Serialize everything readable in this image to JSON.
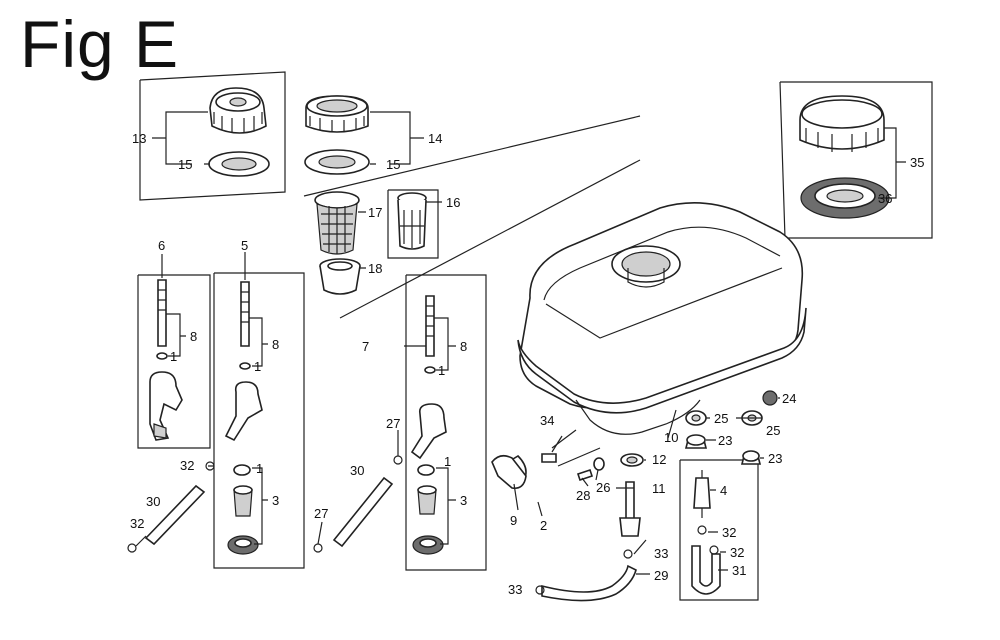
{
  "title": "Fig E",
  "callouts": {
    "c1a": "1",
    "c1b": "1",
    "c1c": "1",
    "c1d": "1",
    "c1e": "1",
    "c2": "2",
    "c3a": "3",
    "c3b": "3",
    "c4": "4",
    "c5": "5",
    "c6": "6",
    "c7": "7",
    "c8a": "8",
    "c8b": "8",
    "c8c": "8",
    "c9": "9",
    "c10": "10",
    "c11": "11",
    "c12": "12",
    "c13": "13",
    "c14": "14",
    "c15a": "15",
    "c15b": "15",
    "c16": "16",
    "c17": "17",
    "c18": "18",
    "c23a": "23",
    "c23b": "23",
    "c24": "24",
    "c25a": "25",
    "c25b": "25",
    "c26": "26",
    "c27a": "27",
    "c27b": "27",
    "c28": "28",
    "c29": "29",
    "c30a": "30",
    "c30b": "30",
    "c31": "31",
    "c32a": "32",
    "c32b": "32",
    "c32c": "32",
    "c32d": "32",
    "c33a": "33",
    "c33b": "33",
    "c34": "34",
    "c35": "35",
    "c36": "36"
  }
}
